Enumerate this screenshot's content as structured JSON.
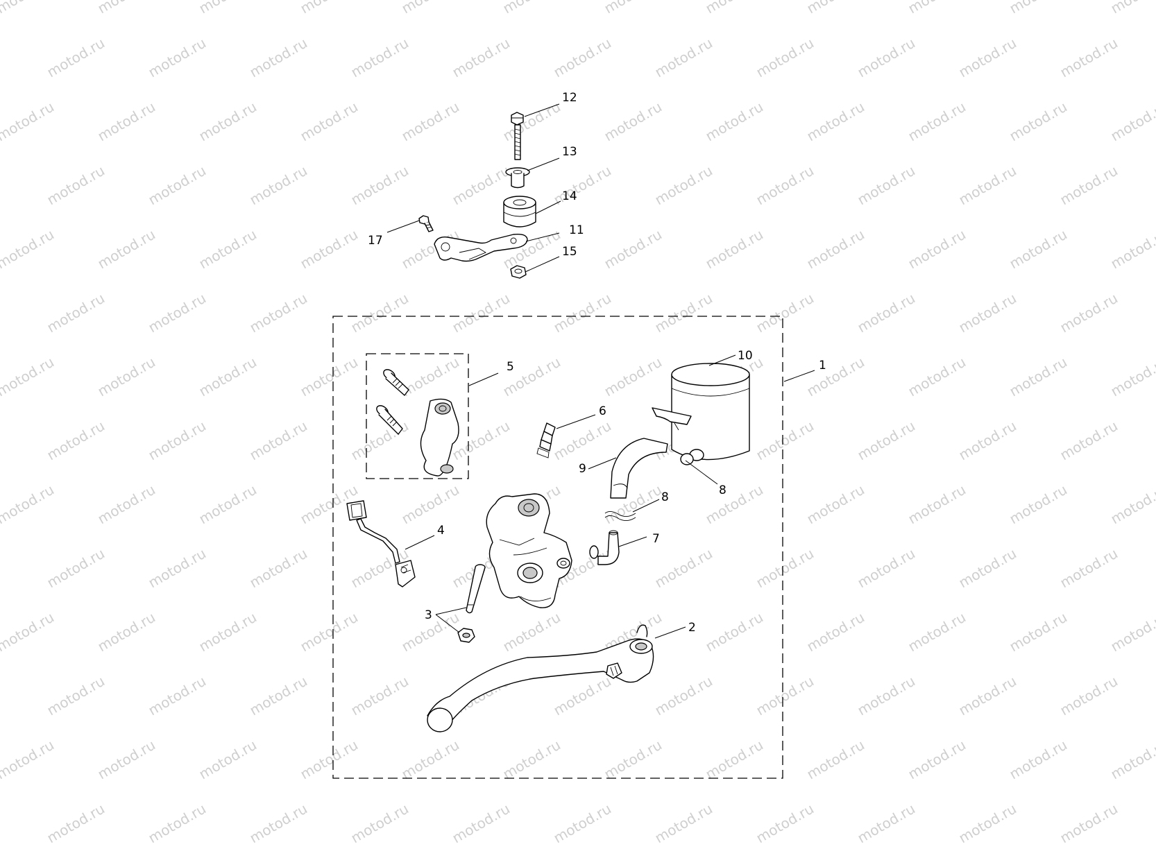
{
  "watermark": "motod.ru",
  "callouts": [
    {
      "id": "12",
      "label": "12"
    },
    {
      "id": "13",
      "label": "13"
    },
    {
      "id": "14",
      "label": "14"
    },
    {
      "id": "11",
      "label": "11"
    },
    {
      "id": "15",
      "label": "15"
    },
    {
      "id": "17",
      "label": "17"
    },
    {
      "id": "10",
      "label": "10"
    },
    {
      "id": "1",
      "label": "1"
    },
    {
      "id": "5",
      "label": "5"
    },
    {
      "id": "6",
      "label": "6"
    },
    {
      "id": "9",
      "label": "9"
    },
    {
      "id": "8a",
      "label": "8"
    },
    {
      "id": "8b",
      "label": "8"
    },
    {
      "id": "7",
      "label": "7"
    },
    {
      "id": "4",
      "label": "4"
    },
    {
      "id": "3",
      "label": "3"
    },
    {
      "id": "2",
      "label": "2"
    }
  ]
}
